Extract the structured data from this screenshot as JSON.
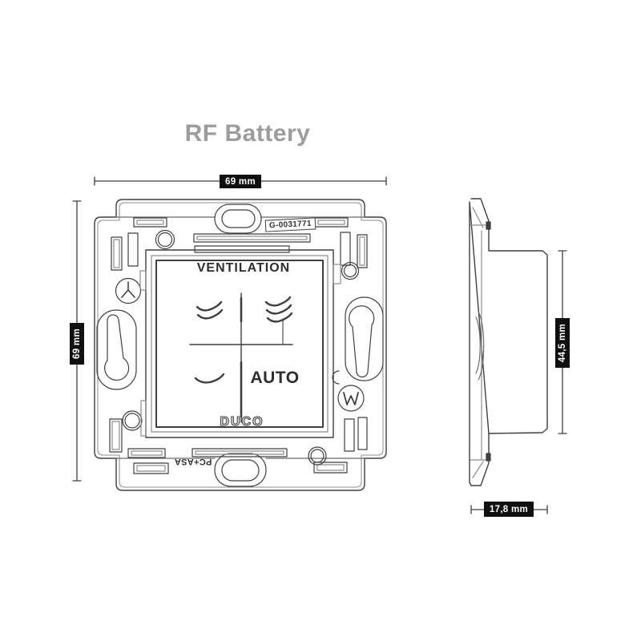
{
  "title": "RF Battery",
  "dimensions": {
    "front_width": "69 mm",
    "front_height": "69 mm",
    "side_height": "44,5 mm",
    "side_depth": "17,8 mm"
  },
  "front_view": {
    "part_label": "G-0031771",
    "material_label": "PC+ASA",
    "face_title": "VENTILATION",
    "auto_label": "AUTO",
    "brand_label": "DUCO"
  },
  "colors": {
    "line": "#3f3f3f",
    "line_light": "#8c8c8c",
    "dim_bg": "#101010",
    "dim_text": "#ffffff",
    "title_text": "#9c9c9c"
  }
}
